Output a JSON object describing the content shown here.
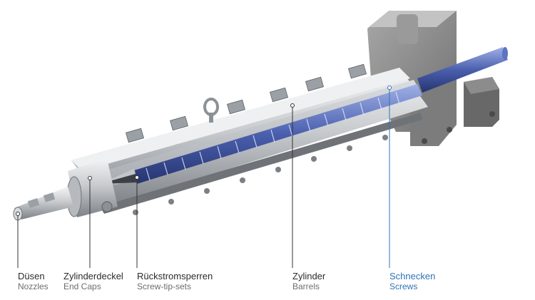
{
  "labels": [
    {
      "id": "nozzles",
      "de": "Düsen",
      "en": "Nozzles"
    },
    {
      "id": "end-caps",
      "de": "Zylinderdeckel",
      "en": "End Caps"
    },
    {
      "id": "screw-tip-sets",
      "de": "Rückstromsperren",
      "en": "Screw-tip-sets"
    },
    {
      "id": "barrels",
      "de": "Zylinder",
      "en": "Barrels"
    },
    {
      "id": "screws",
      "de": "Schnecken",
      "en": "Screws"
    }
  ],
  "colors": {
    "leader_default": "#333333",
    "leader_highlight": "#2f73b7",
    "screw": "#4a5fae",
    "barrel_light": "#e6e8ea",
    "barrel_dark": "#8f9499",
    "block": "#8e8e8e"
  }
}
